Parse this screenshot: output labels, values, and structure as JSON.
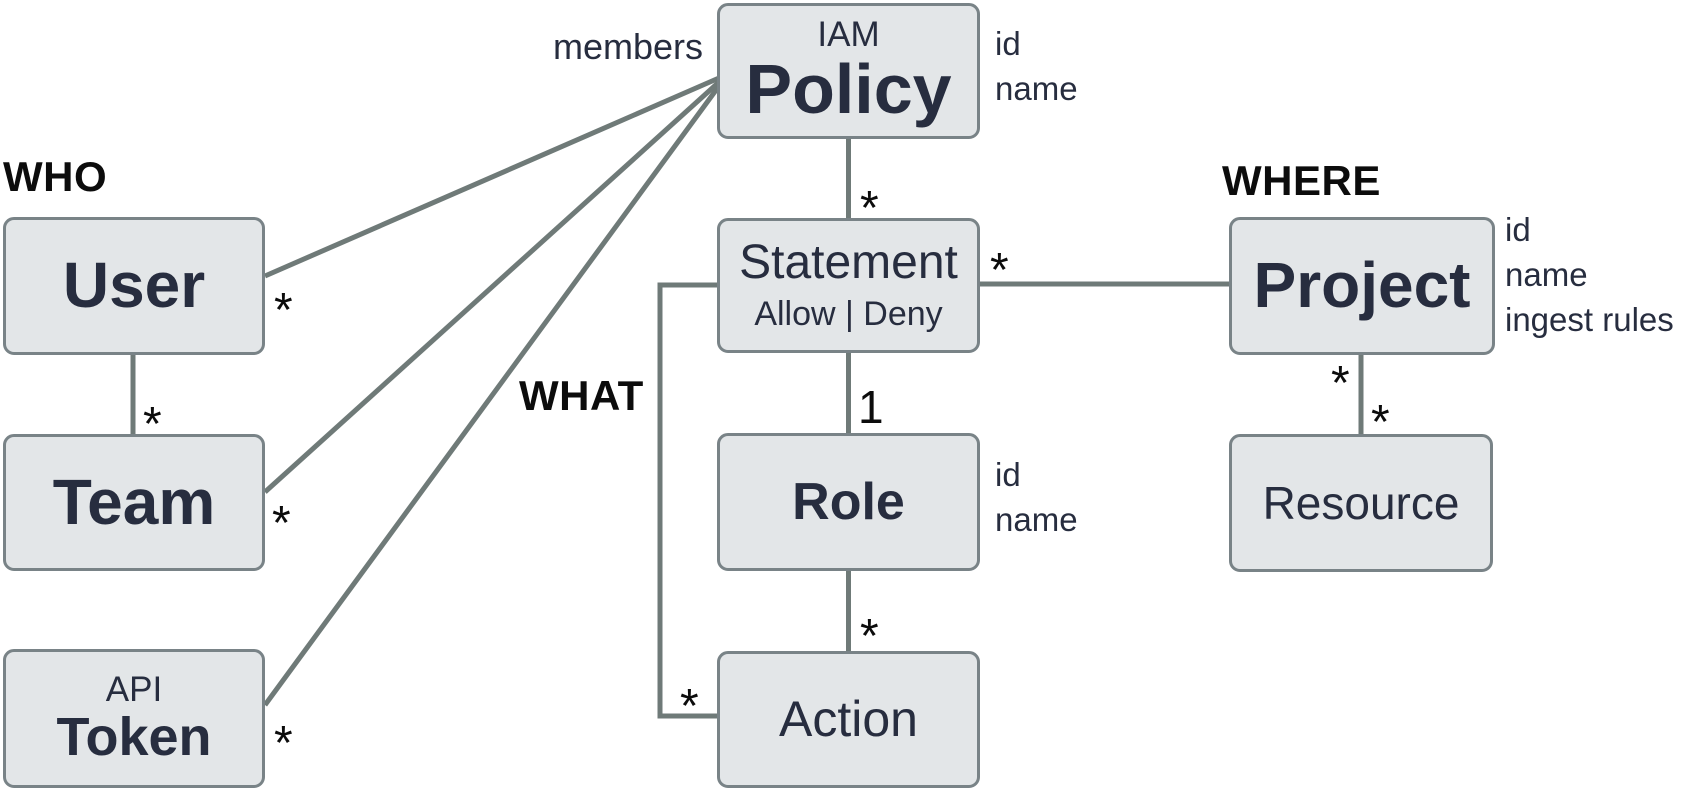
{
  "entities": {
    "policy": {
      "kicker": "IAM",
      "title": "Policy",
      "attributes": [
        "id",
        "name"
      ]
    },
    "statement": {
      "title": "Statement",
      "subtitle": "Allow | Deny"
    },
    "role": {
      "title": "Role",
      "attributes": [
        "id",
        "name"
      ]
    },
    "action": {
      "title": "Action"
    },
    "user": {
      "title": "User"
    },
    "team": {
      "title": "Team"
    },
    "token": {
      "kicker": "API",
      "title": "Token"
    },
    "project": {
      "title": "Project",
      "attributes": [
        "id",
        "name",
        "ingest rules"
      ]
    },
    "resource": {
      "title": "Resource"
    }
  },
  "group_labels": {
    "who": "WHO",
    "what": "WHAT",
    "where": "WHERE"
  },
  "edge_labels": {
    "members": "members"
  },
  "multiplicities": {
    "policy_statement": "*",
    "statement_role": "1",
    "role_action": "*",
    "statement_project": "*",
    "project_resource_upper": "*",
    "project_resource_lower": "*",
    "user_policy": "*",
    "team_policy": "*",
    "token_policy": "*",
    "user_team": "*",
    "statement_action": "*"
  },
  "colors": {
    "background": "#ffffff",
    "box_fill": "#e3e6e8",
    "box_border": "#798387",
    "connector": "#6f7a78",
    "entity_text": "#272d3f",
    "label_text": "#0c0c0c"
  }
}
